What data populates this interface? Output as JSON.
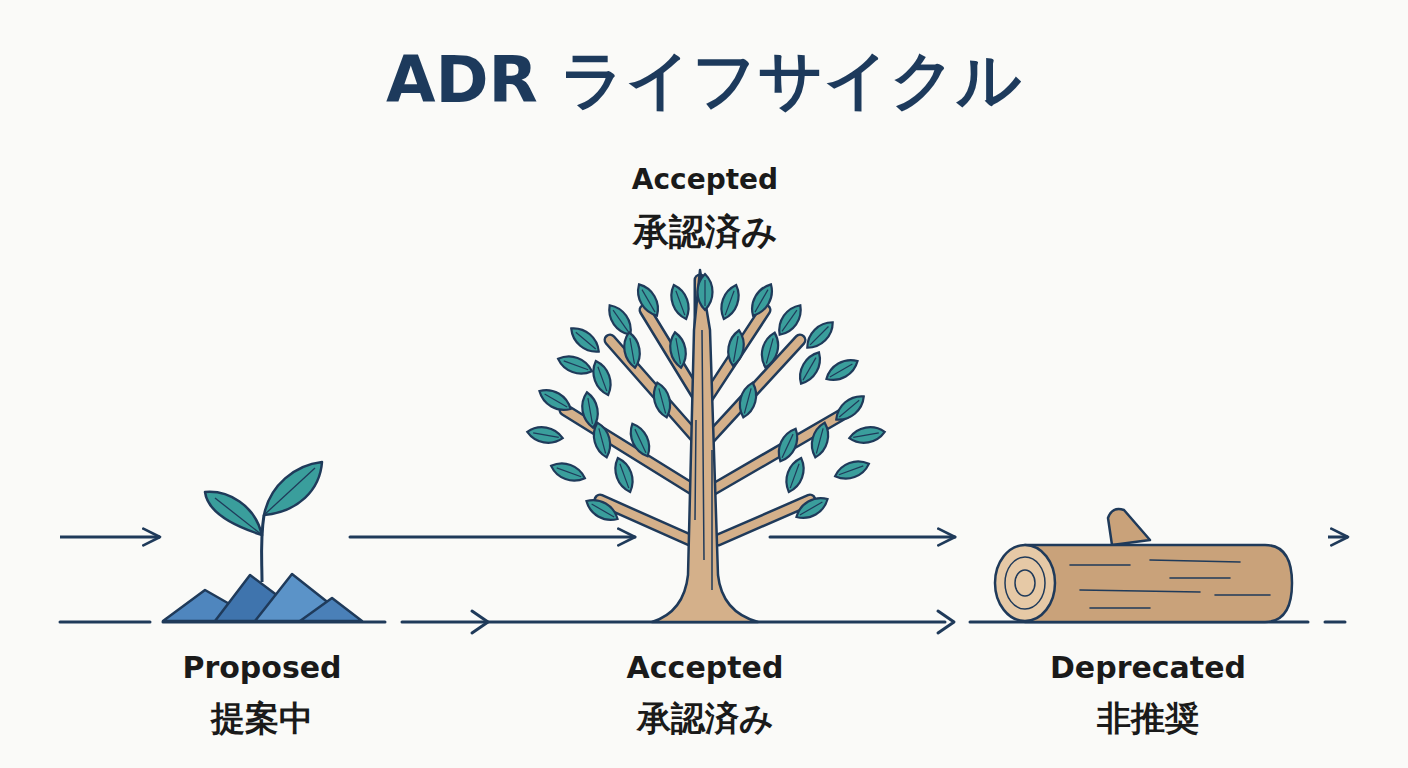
{
  "diagram": {
    "title": "ADR ライフサイクル",
    "nodes": [
      {
        "text": [
          "Proposed",
          "提案中"
        ]
      },
      {
        "text": [
          "Accepted",
          "承認済み",
          "Accepted",
          "承認済み"
        ]
      },
      {
        "text": [
          "Deprecated",
          "非推奨"
        ]
      }
    ],
    "edges": [
      {
        "from": 0,
        "to": 1,
        "arrow": "to"
      },
      {
        "from": 1,
        "to": 2,
        "arrow": "to"
      }
    ]
  }
}
